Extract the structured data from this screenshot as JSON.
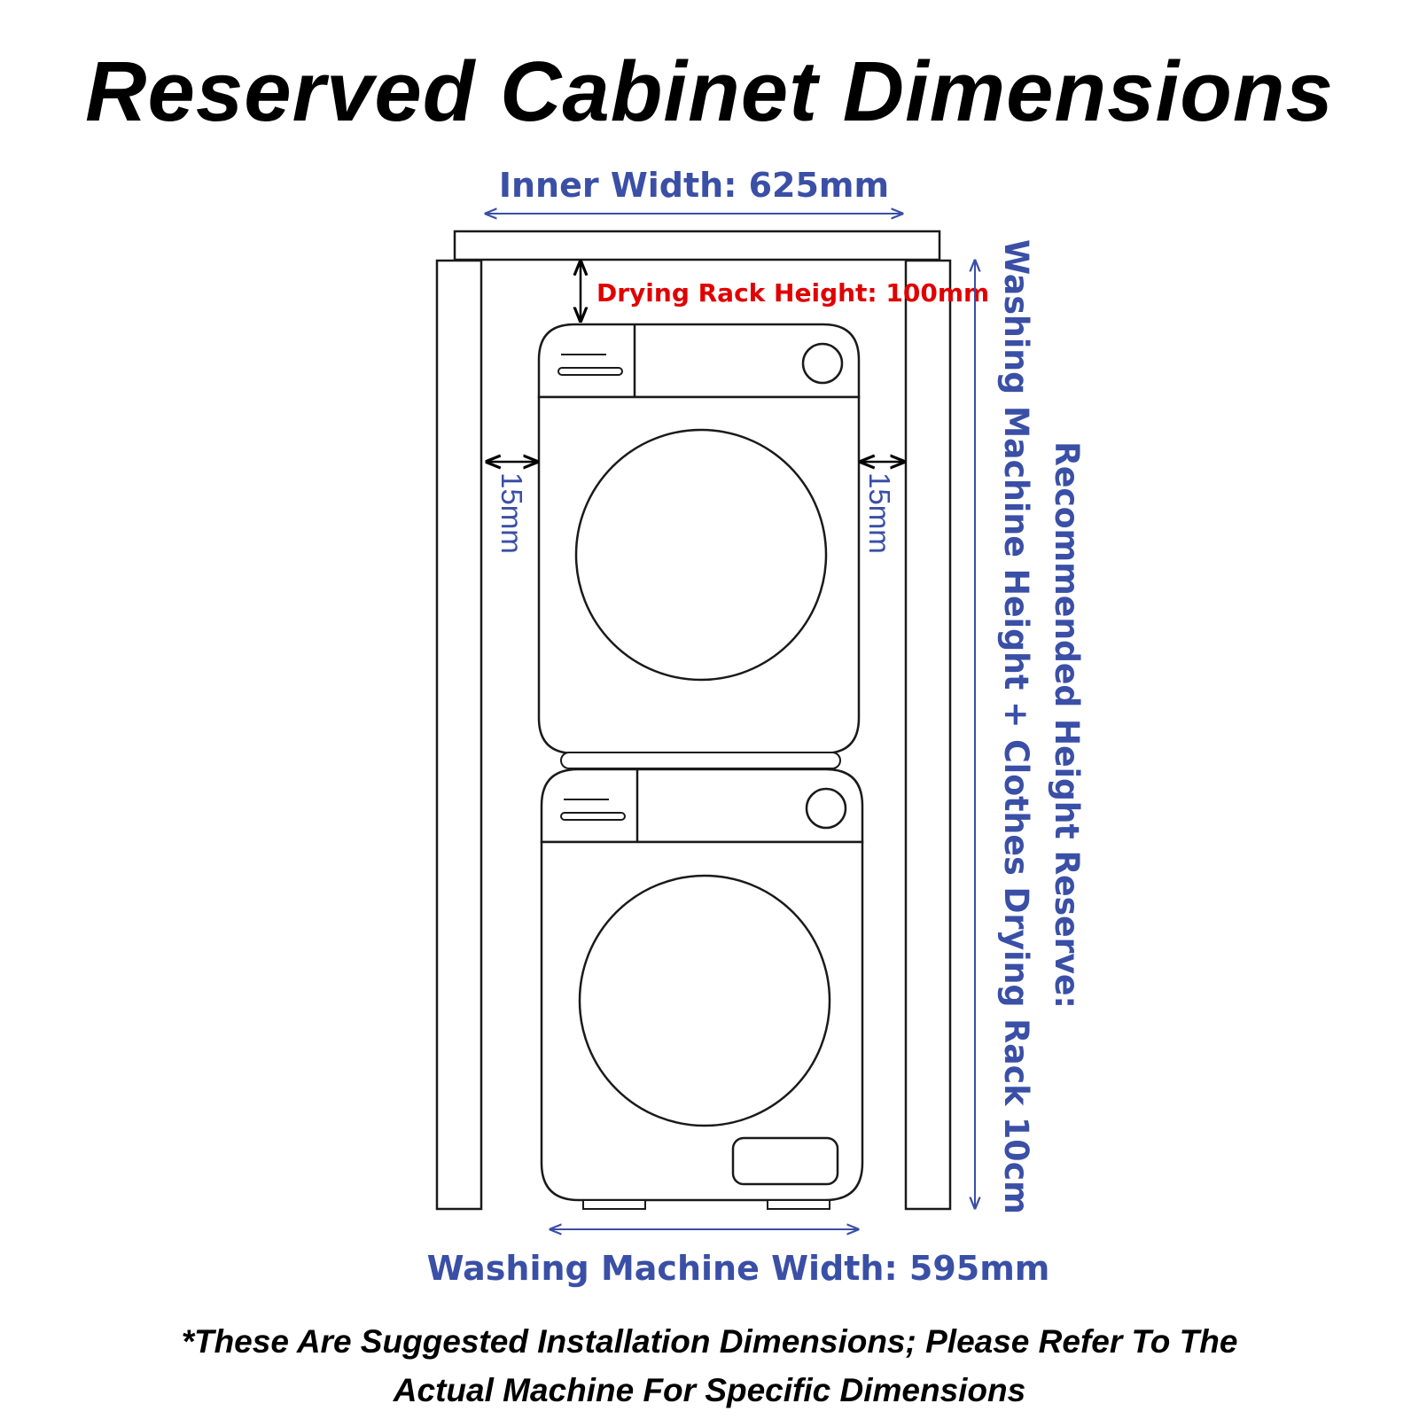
{
  "title": "Reserved Cabinet Dimensions",
  "labels": {
    "inner_width": "Inner Width: 625mm",
    "drying_rack_height": "Drying Rack Height: 100mm",
    "gap_left": "15mm",
    "gap_right": "15mm",
    "washing_machine_width": "Washing Machine Width: 595mm",
    "machine_height_plus_rack": "Washing Machine Height + Clothes Drying Rack 10cm",
    "recommended_height_reserve": "Recommended Height Reserve:"
  },
  "footnote": {
    "line1": "*These Are Suggested Installation Dimensions; Please Refer To The",
    "line2": "Actual Machine For Specific Dimensions"
  },
  "colors": {
    "dimension_blue": "#3a4fa6",
    "highlight_red": "#e00000",
    "outline": "#1a1a1a"
  }
}
